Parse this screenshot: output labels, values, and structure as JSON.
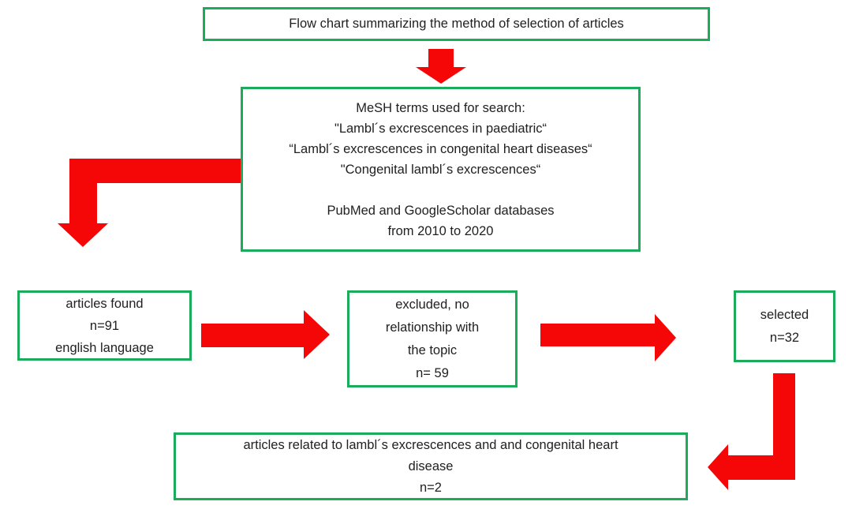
{
  "colors": {
    "box_border_green": "#1cab5b",
    "arrow_red": "#f50707",
    "text": "#212121",
    "background": "#ffffff"
  },
  "boxes": {
    "title": {
      "text": "Flow chart summarizing the method of selection of articles"
    },
    "mesh": {
      "lines": [
        "MeSH terms used for search:",
        "\"Lambl´s excrescences in paediatric“",
        "“Lambl´s excrescences in congenital heart diseases“",
        "\"Congenital lambl´s excrescences“",
        "",
        "PubMed and GoogleScholar databases",
        "from 2010 to 2020"
      ]
    },
    "articles_found": {
      "lines": [
        "articles found",
        "n=91",
        "english language"
      ]
    },
    "excluded": {
      "lines": [
        "excluded, no",
        "relationship with",
        "the topic",
        "n= 59"
      ]
    },
    "selected": {
      "lines": [
        "selected",
        "n=32"
      ]
    },
    "result": {
      "lines": [
        "articles related to lambl´s excrescences and and congenital heart",
        "disease",
        "n=2"
      ]
    }
  },
  "arrows": [
    {
      "name": "title-to-mesh",
      "direction": "down"
    },
    {
      "name": "mesh-to-articles-found",
      "direction": "elbow-left-down"
    },
    {
      "name": "articles-found-to-excluded",
      "direction": "right"
    },
    {
      "name": "excluded-to-selected",
      "direction": "right"
    },
    {
      "name": "selected-to-result",
      "direction": "elbow-down-left"
    }
  ]
}
